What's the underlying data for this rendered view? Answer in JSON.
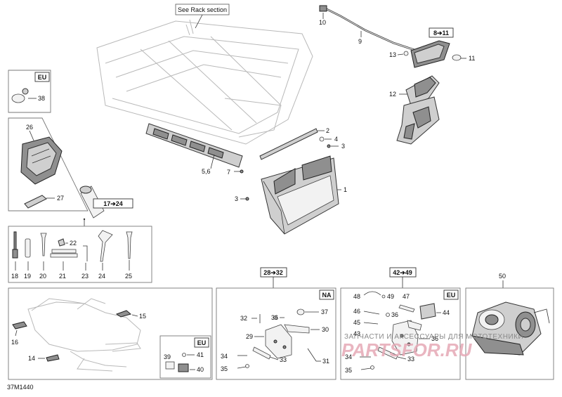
{
  "diagram": {
    "rack_note": "See Rack section",
    "figure_code": "37M1440",
    "region_tags": {
      "eu_mirror": "EU",
      "eu_small": "EU",
      "na_box": "NA",
      "eu_box": "EU"
    },
    "range_tags": {
      "light": "8➔11",
      "spray": "17➔24",
      "na_group": "28➔32",
      "eu_group": "42➔49"
    },
    "callouts": {
      "c1": "1",
      "c2": "2",
      "c3a": "3",
      "c3b": "3",
      "c4": "4",
      "c56": "5,6",
      "c7": "7",
      "c9": "9",
      "c10": "10",
      "c11": "11",
      "c12": "12",
      "c13": "13",
      "c14": "14",
      "c15": "15",
      "c16": "16",
      "c18": "18",
      "c19": "19",
      "c20": "20",
      "c21": "21",
      "c22": "22",
      "c23": "23",
      "c24": "24",
      "c25": "25",
      "c26": "26",
      "c27": "27",
      "c29": "29",
      "c30": "30",
      "c31": "31",
      "c32": "32",
      "c33a": "33",
      "c33b": "33",
      "c34a": "34",
      "c34b": "34",
      "c35a": "35",
      "c35b": "35",
      "c36a": "36",
      "c36b": "36",
      "c37": "37",
      "c38": "38",
      "c39": "39",
      "c40": "40",
      "c41": "41",
      "c43": "43",
      "c44": "44",
      "c45": "45",
      "c46": "46",
      "c47": "47",
      "c48": "48",
      "c49": "49",
      "c50": "50"
    },
    "watermark": {
      "line1": "ЗАПЧАСТИ И АКСЕССУАРЫ ДЛЯ МОТОТЕХНИКИ",
      "line2": "PARTSFOR.RU"
    }
  }
}
